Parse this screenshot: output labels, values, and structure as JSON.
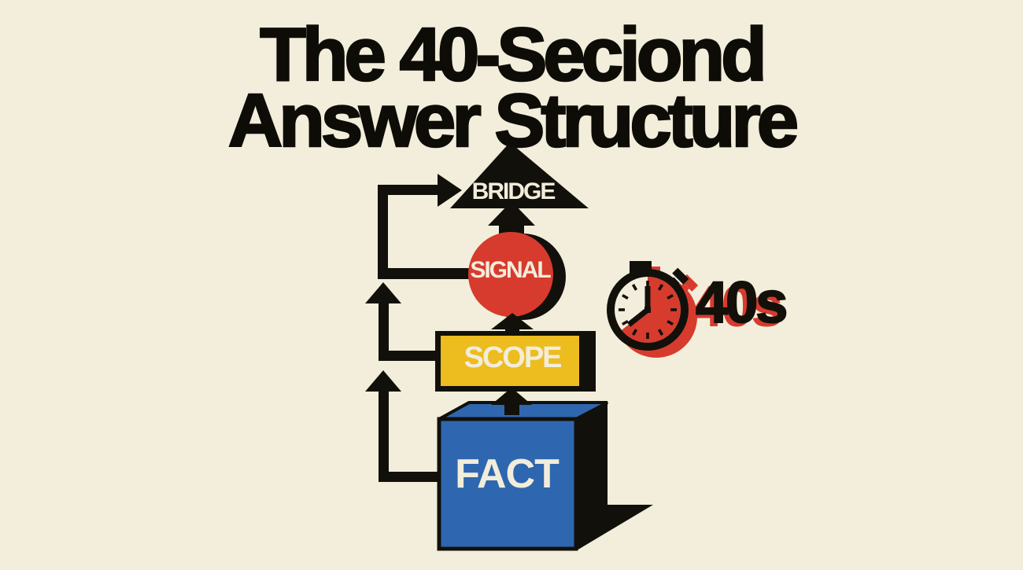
{
  "title": {
    "line1": "The 40-Seciond",
    "line2": "Answer Structure"
  },
  "diagram": {
    "description": "Vertical flow of an answer structure, built from bottom to top",
    "flow_order": [
      "FACT",
      "SCOPE",
      "SIGNAL",
      "BRIDGE"
    ],
    "steps": [
      {
        "id": "fact",
        "label": "FACT",
        "shape": "cube",
        "color": "#2e67b0"
      },
      {
        "id": "scope",
        "label": "SCOPE",
        "shape": "rectangle",
        "color": "#edbc1e"
      },
      {
        "id": "signal",
        "label": "SIGNAL",
        "shape": "circle",
        "color": "#d73b2e"
      },
      {
        "id": "bridge",
        "label": "BRIDGE",
        "shape": "triangle",
        "color": "#12100a"
      }
    ]
  },
  "timer": {
    "icon": "stopwatch-icon",
    "label": "40s",
    "accent_color": "#d73b2e"
  },
  "colors": {
    "background": "#f2eedb",
    "ink": "#12100a",
    "cream_text": "#f2eddb",
    "red": "#d73b2e",
    "yellow": "#edbc1e",
    "blue": "#2e67b0"
  }
}
